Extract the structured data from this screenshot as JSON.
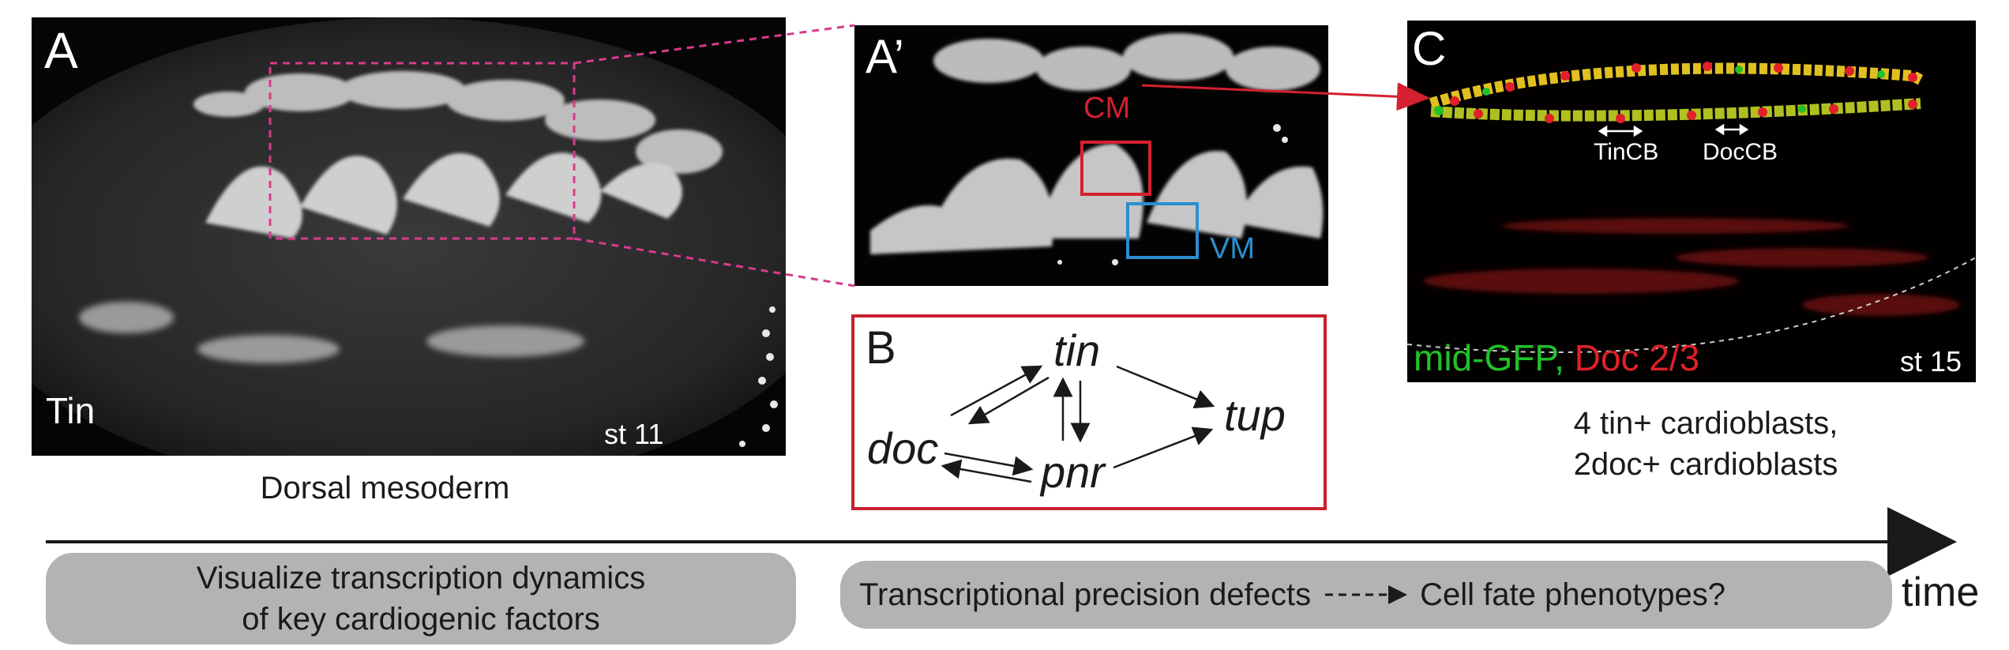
{
  "panel_a": {
    "label": "A",
    "marker": "Tin",
    "stage": "st 11",
    "caption": "Dorsal mesoderm"
  },
  "panel_a_prime": {
    "label": "A’",
    "roi_cm_label": "CM",
    "roi_vm_label": "VM"
  },
  "panel_b": {
    "label": "B",
    "genes": {
      "tin": "tin",
      "doc": "doc",
      "pnr": "pnr",
      "tup": "tup"
    }
  },
  "panel_c": {
    "label": "C",
    "tin_cb_label": "TinCB",
    "doc_cb_label": "DocCB",
    "legend_green": "mid-GFP,",
    "legend_red": "Doc 2/3",
    "stage": "st 15",
    "caption_line1": "4 tin+ cardioblasts,",
    "caption_line2": "2doc+ cardioblasts"
  },
  "timeline": {
    "axis_label": "time",
    "pill_left_line1": "Visualize transcription dynamics",
    "pill_left_line2": "of key cardiogenic factors",
    "pill_right_start": "Transcriptional precision defects",
    "pill_right_end": "Cell fate phenotypes?"
  },
  "colors": {
    "magenta_dashed": "#d63c8c",
    "cm_box": "#d42030",
    "vm_box": "#2a8fd0",
    "red_arrow": "#d42030",
    "frame_b": "#c8202f",
    "pill_fill": "#b3b3b3",
    "green_signal": "#22c02a",
    "red_signal": "#e0202a"
  }
}
